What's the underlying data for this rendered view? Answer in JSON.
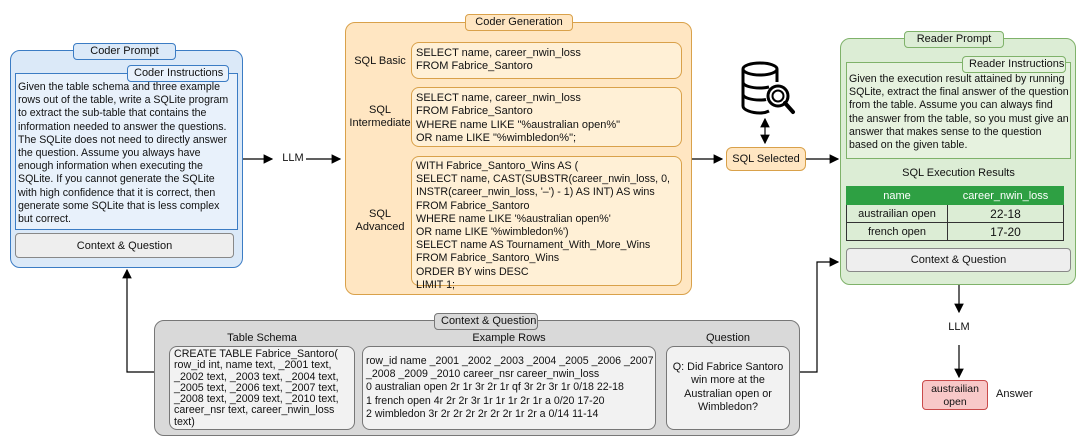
{
  "coder_prompt": {
    "title": "Coder Prompt",
    "instructions_title": "Coder Instructions",
    "instructions_text": "Given the table schema and three example rows out of the table, write a SQLite program to extract the sub-table that contains the information needed to answer the questions. The SQLite does not need to directly answer the question. Assume you always have enough information when executing the SQLite. If you cannot generate the SQLite with high confidence that it is correct, then generate some SQLite that is less complex but correct.",
    "context_label": "Context & Question"
  },
  "llm_left": "LLM",
  "coder_generation": {
    "title": "Coder Generation",
    "rows": [
      {
        "label": "SQL Basic",
        "code": "SELECT name, career_nwin_loss\nFROM Fabrice_Santoro"
      },
      {
        "label": "SQL\nIntermediate",
        "code": "SELECT name, career_nwin_loss\nFROM Fabrice_Santoro\nWHERE name LIKE \"%australian open%\"\nOR name LIKE \"%wimbledon%\";"
      },
      {
        "label": "SQL\nAdvanced",
        "code": "WITH Fabrice_Santoro_Wins AS (\n   SELECT name, CAST(SUBSTR(career_nwin_loss, 0,\n      INSTR(career_nwin_loss, '–') - 1) AS INT) AS wins\n   FROM Fabrice_Santoro\n   WHERE name LIKE '%australian open%'\n   OR name LIKE '%wimbledon%')\nSELECT name AS Tournament_With_More_Wins\nFROM Fabrice_Santoro_Wins\nORDER BY wins DESC\nLIMIT 1;"
      }
    ]
  },
  "sql_selected": "SQL Selected",
  "reader_prompt": {
    "title": "Reader Prompt",
    "instructions_title": "Reader Instructions",
    "instructions_text": "Given the execution result attained by running SQLite, extract the final answer of the question from the table. Assume you can always find the answer from the table, so you must give an answer that makes sense to the question based on the given table.",
    "results_title": "SQL Execution Results",
    "results_headers": [
      "name",
      "career_nwin_loss"
    ],
    "results_rows": [
      [
        "austrailian open",
        "22-18"
      ],
      [
        "french open",
        "17-20"
      ]
    ],
    "context_label": "Context & Question"
  },
  "llm_right": "LLM",
  "answer": {
    "value": "austrailian\nopen",
    "label": "Answer"
  },
  "context_question": {
    "title": "Context & Question",
    "schema_title": "Table Schema",
    "schema_text": "CREATE TABLE Fabrice_Santoro(\nrow_id int, name text, _2001 text,\n_2002 text, _2003 text, _2004 text,\n_2005 text, _2006 text, _2007 text,\n_2008 text, _2009 text, _2010 text,\ncareer_nsr text, career_nwin_loss text)",
    "rows_title": "Example Rows",
    "rows_text": "row_id name _2001 _2002 _2003 _2004 _2005 _2006 _2007\n_2008 _2009 _2010 career_nsr career_nwin_loss\n0 australian open 2r 1r 3r 2r 1r qf 3r 2r 3r 1r 0/18 22-18\n1 french open 4r 2r 2r 3r 1r 1r 1r 2r 1r a 0/20 17-20\n2 wimbledon 3r 2r 2r 2r 2r 2r 2r 1r 2r a 0/14 11-14",
    "question_title": "Question",
    "question_text": "Q: Did Fabrice Santoro\nwin more at the\nAustralian open or\nWimbledon?"
  },
  "colors": {
    "blue_fill": "#dbe9f8",
    "blue_border": "#3b7cc4",
    "orange_fill": "#ffe6c2",
    "orange_border": "#d9a14a",
    "green_fill": "#dcedd5",
    "green_border": "#7fb26a",
    "gray_fill": "#d9d9d9",
    "gray_border": "#777777",
    "result_header": "#2ea043",
    "answer_fill": "#f8c8c8",
    "answer_border": "#c94a4a"
  }
}
